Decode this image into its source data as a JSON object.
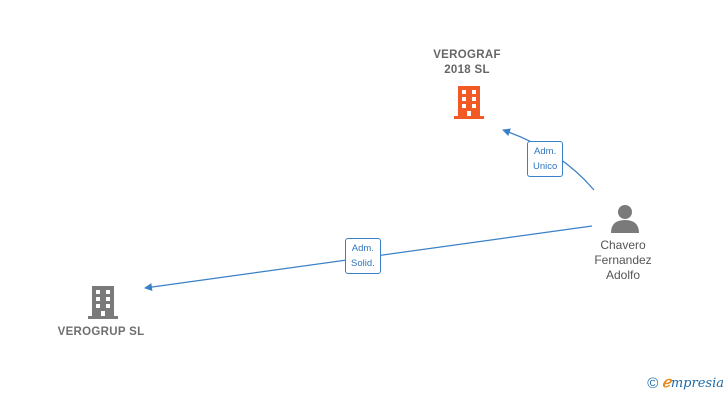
{
  "nodes": {
    "verograf": {
      "type": "company",
      "line1": "VEROGRAF",
      "line2": "2018  SL",
      "color": "#f15a24",
      "icon": "building-icon"
    },
    "verogrup": {
      "type": "company",
      "line1": "VEROGRUP  SL",
      "color": "#7a7a7a",
      "icon": "building-icon"
    },
    "person": {
      "type": "person",
      "line1": "Chavero",
      "line2": "Fernandez",
      "line3": "Adolfo",
      "color": "#7a7a7a",
      "icon": "person-icon"
    }
  },
  "edges": [
    {
      "from": "person",
      "to": "verograf",
      "label1": "Adm.",
      "label2": "Unico"
    },
    {
      "from": "person",
      "to": "verogrup",
      "label1": "Adm.",
      "label2": "Solid."
    }
  ],
  "edge_color": "#3a80c8",
  "brand": {
    "copyright": "©",
    "e": "ℯ",
    "rest": "mpresia"
  }
}
